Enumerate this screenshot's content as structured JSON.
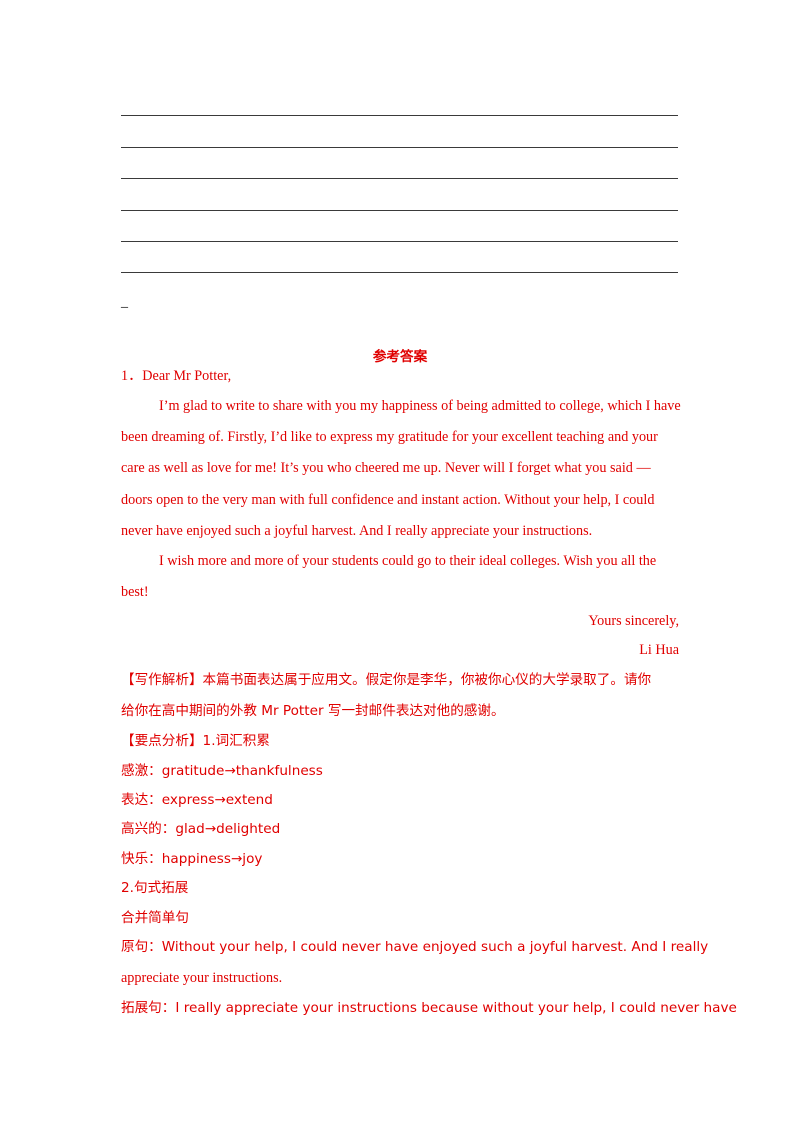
{
  "answer_heading": "参考答案",
  "letter": {
    "salutation": "1．Dear  Mr Potter,",
    "p1_lines": [
      "I’m glad to write to share with you my happiness of being admitted to college, which I have",
      "been dreaming of. Firstly, I’d like to express my gratitude for your excellent teaching and your",
      "care as well as love for me! It’s you who cheered me up. Never will I forget what you said —",
      "doors open to the very man with full confidence and instant action. Without your help, I could",
      "never have enjoyed such a joyful harvest. And I really appreciate your instructions."
    ],
    "p2_lines": [
      "I wish more and more of your students could go to their ideal colleges. Wish you all the",
      "best!"
    ],
    "closing": "Yours sincerely,",
    "signature": "Li Hua"
  },
  "analysis": {
    "writing_line1": "【写作解析】本篇书面表达属于应用文。假定你是李华，你被你心仪的大学录取了。请你",
    "writing_line2": "给你在高中期间的外教 Mr Potter 写一封邮件表达对他的感谢。",
    "key_points": "【要点分析】1.词汇积累",
    "vocab": [
      "感激：gratitude→thankfulness",
      "表达：express→extend",
      "高兴的：glad→delighted",
      "快乐：happiness→joy"
    ],
    "sentence_title": "2.句式拓展",
    "merge_title": "合并简单句",
    "original_line1": "原句：Without your help, I could never have enjoyed such a joyful harvest. And I really",
    "original_line2": "appreciate your instructions.",
    "expanded_line1": "拓展句：I really appreciate your instructions because without your help, I could never have"
  }
}
